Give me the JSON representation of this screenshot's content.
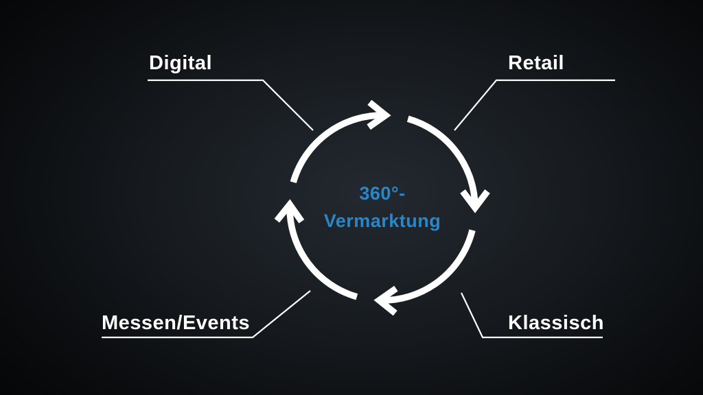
{
  "diagram": {
    "title_center": {
      "line1": "360°-",
      "line2": "Vermarktung"
    },
    "labels": {
      "top_left": "Digital",
      "top_right": "Retail",
      "bottom_left": "Messen/Events",
      "bottom_right": "Klassisch"
    },
    "cycle": {
      "type": "circular-cycle",
      "direction": "clockwise",
      "segments": 4
    },
    "colors": {
      "accent-blue": "#2a86c7",
      "line-white": "#ffffff",
      "background-inner": "#232930",
      "background-outer": "#040506"
    }
  }
}
